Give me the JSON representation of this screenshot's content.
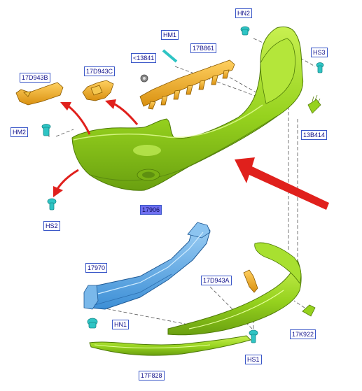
{
  "diagram": {
    "labels": {
      "hn2": "HN2",
      "hm1": "HM1",
      "p13841": "<13841",
      "p17b861": "17B861",
      "hs3": "HS3",
      "p17d943b": "17D943B",
      "p17d943c": "17D943C",
      "hm2": "HM2",
      "p13b414": "13B414",
      "p17906": "17906",
      "hs2": "HS2",
      "p17970": "17970",
      "p17d943a": "17D943A",
      "hn1": "HN1",
      "p17k922": "17K922",
      "hs1": "HS1",
      "p17f828": "17F828"
    },
    "colors": {
      "bumper": "#96d21e",
      "bracket": "#e8a820",
      "beam": "#5aa8e6",
      "fastener": "#2ec4c4",
      "arrow": "#e0201c",
      "label_border": "#3a57c8",
      "label_text": "#10108a",
      "highlight": "#6f6ff0"
    }
  }
}
